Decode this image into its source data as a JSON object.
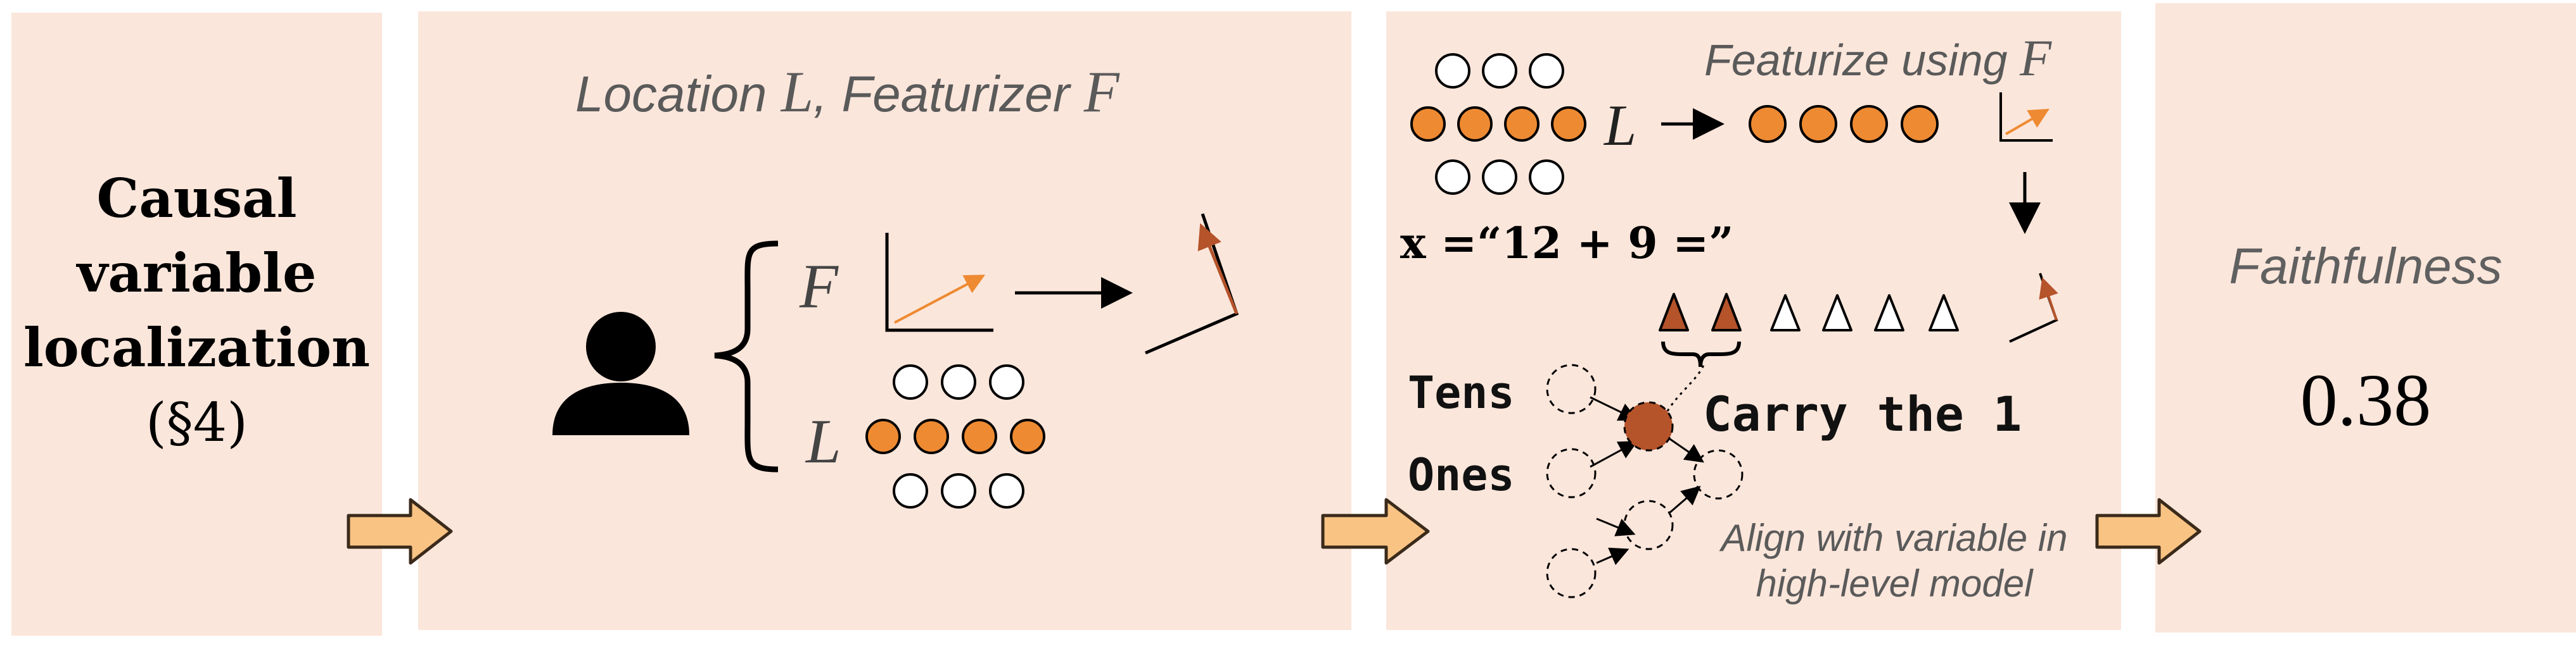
{
  "panel1": {
    "title_lines": [
      "Causal",
      "variable",
      "localization",
      "(§4)"
    ]
  },
  "panel2": {
    "heading_prefix": "Location ",
    "heading_L": "L",
    "heading_mid": ", Featurizer ",
    "heading_F": "F",
    "brace_F": "F",
    "brace_L": "L"
  },
  "panel3": {
    "featurize_prefix": "Featurize using ",
    "featurize_F": "F",
    "L_label": "L",
    "input_x": "x",
    "input_expr": " =“12 + 9 =”",
    "tens_label": "Tens",
    "ones_label": "Ones",
    "carry_label": "Carry the 1",
    "align_line1": "Align with variable in",
    "align_line2": "high-level model"
  },
  "panel4": {
    "title": "Faithfulness",
    "value": "0.38"
  },
  "colors": {
    "panel_bg": "#fbe6db",
    "orange": "#ee8a32",
    "dark_orange": "#b5532a",
    "arrow_fill": "#f9c383",
    "arrow_stroke": "#3a2a1a"
  }
}
